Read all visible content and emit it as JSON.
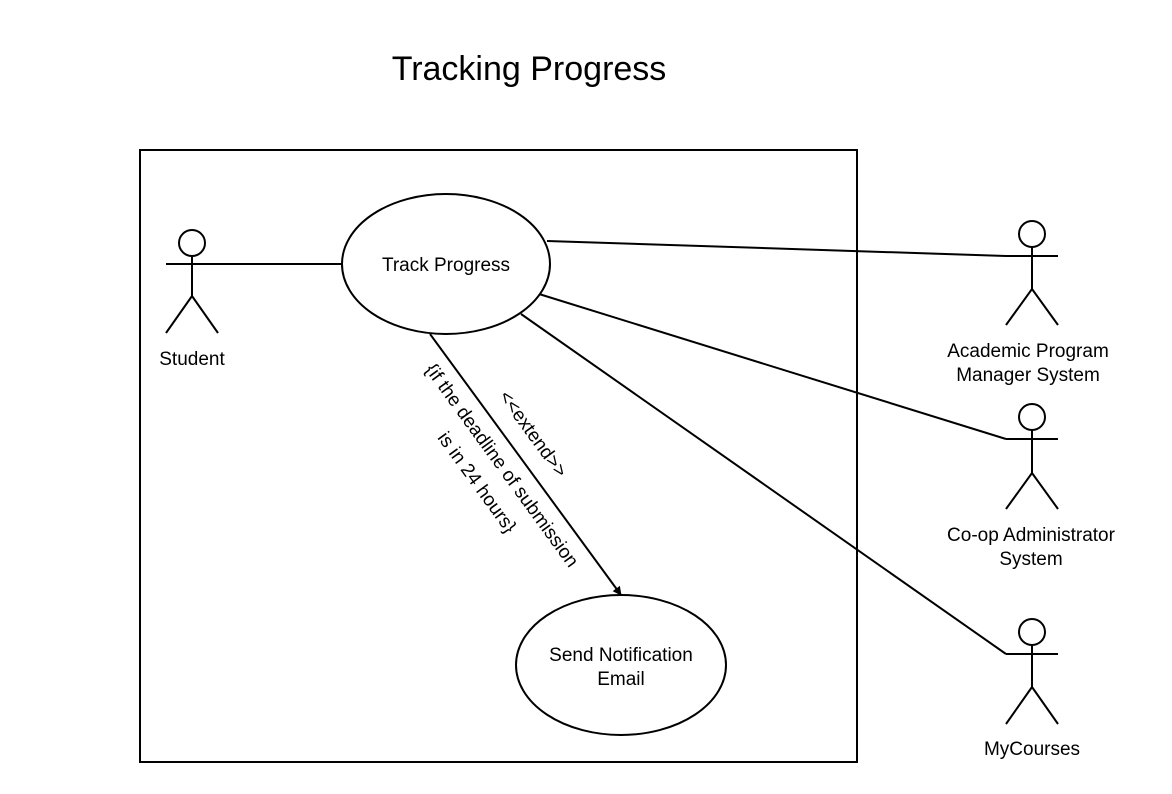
{
  "title": "Tracking Progress",
  "actors": {
    "student": "Student",
    "apm": [
      "Academic Program",
      "Manager System"
    ],
    "coop": [
      "Co-op Administrator",
      "System"
    ],
    "mycourses": "MyCourses"
  },
  "use_cases": {
    "track": "Track Progress",
    "notify": [
      "Send Notification",
      "Email"
    ]
  },
  "extend": {
    "stereotype": "<<extend>>",
    "condition": [
      "{if the deadline of submission",
      "is in 24 hours}"
    ]
  }
}
